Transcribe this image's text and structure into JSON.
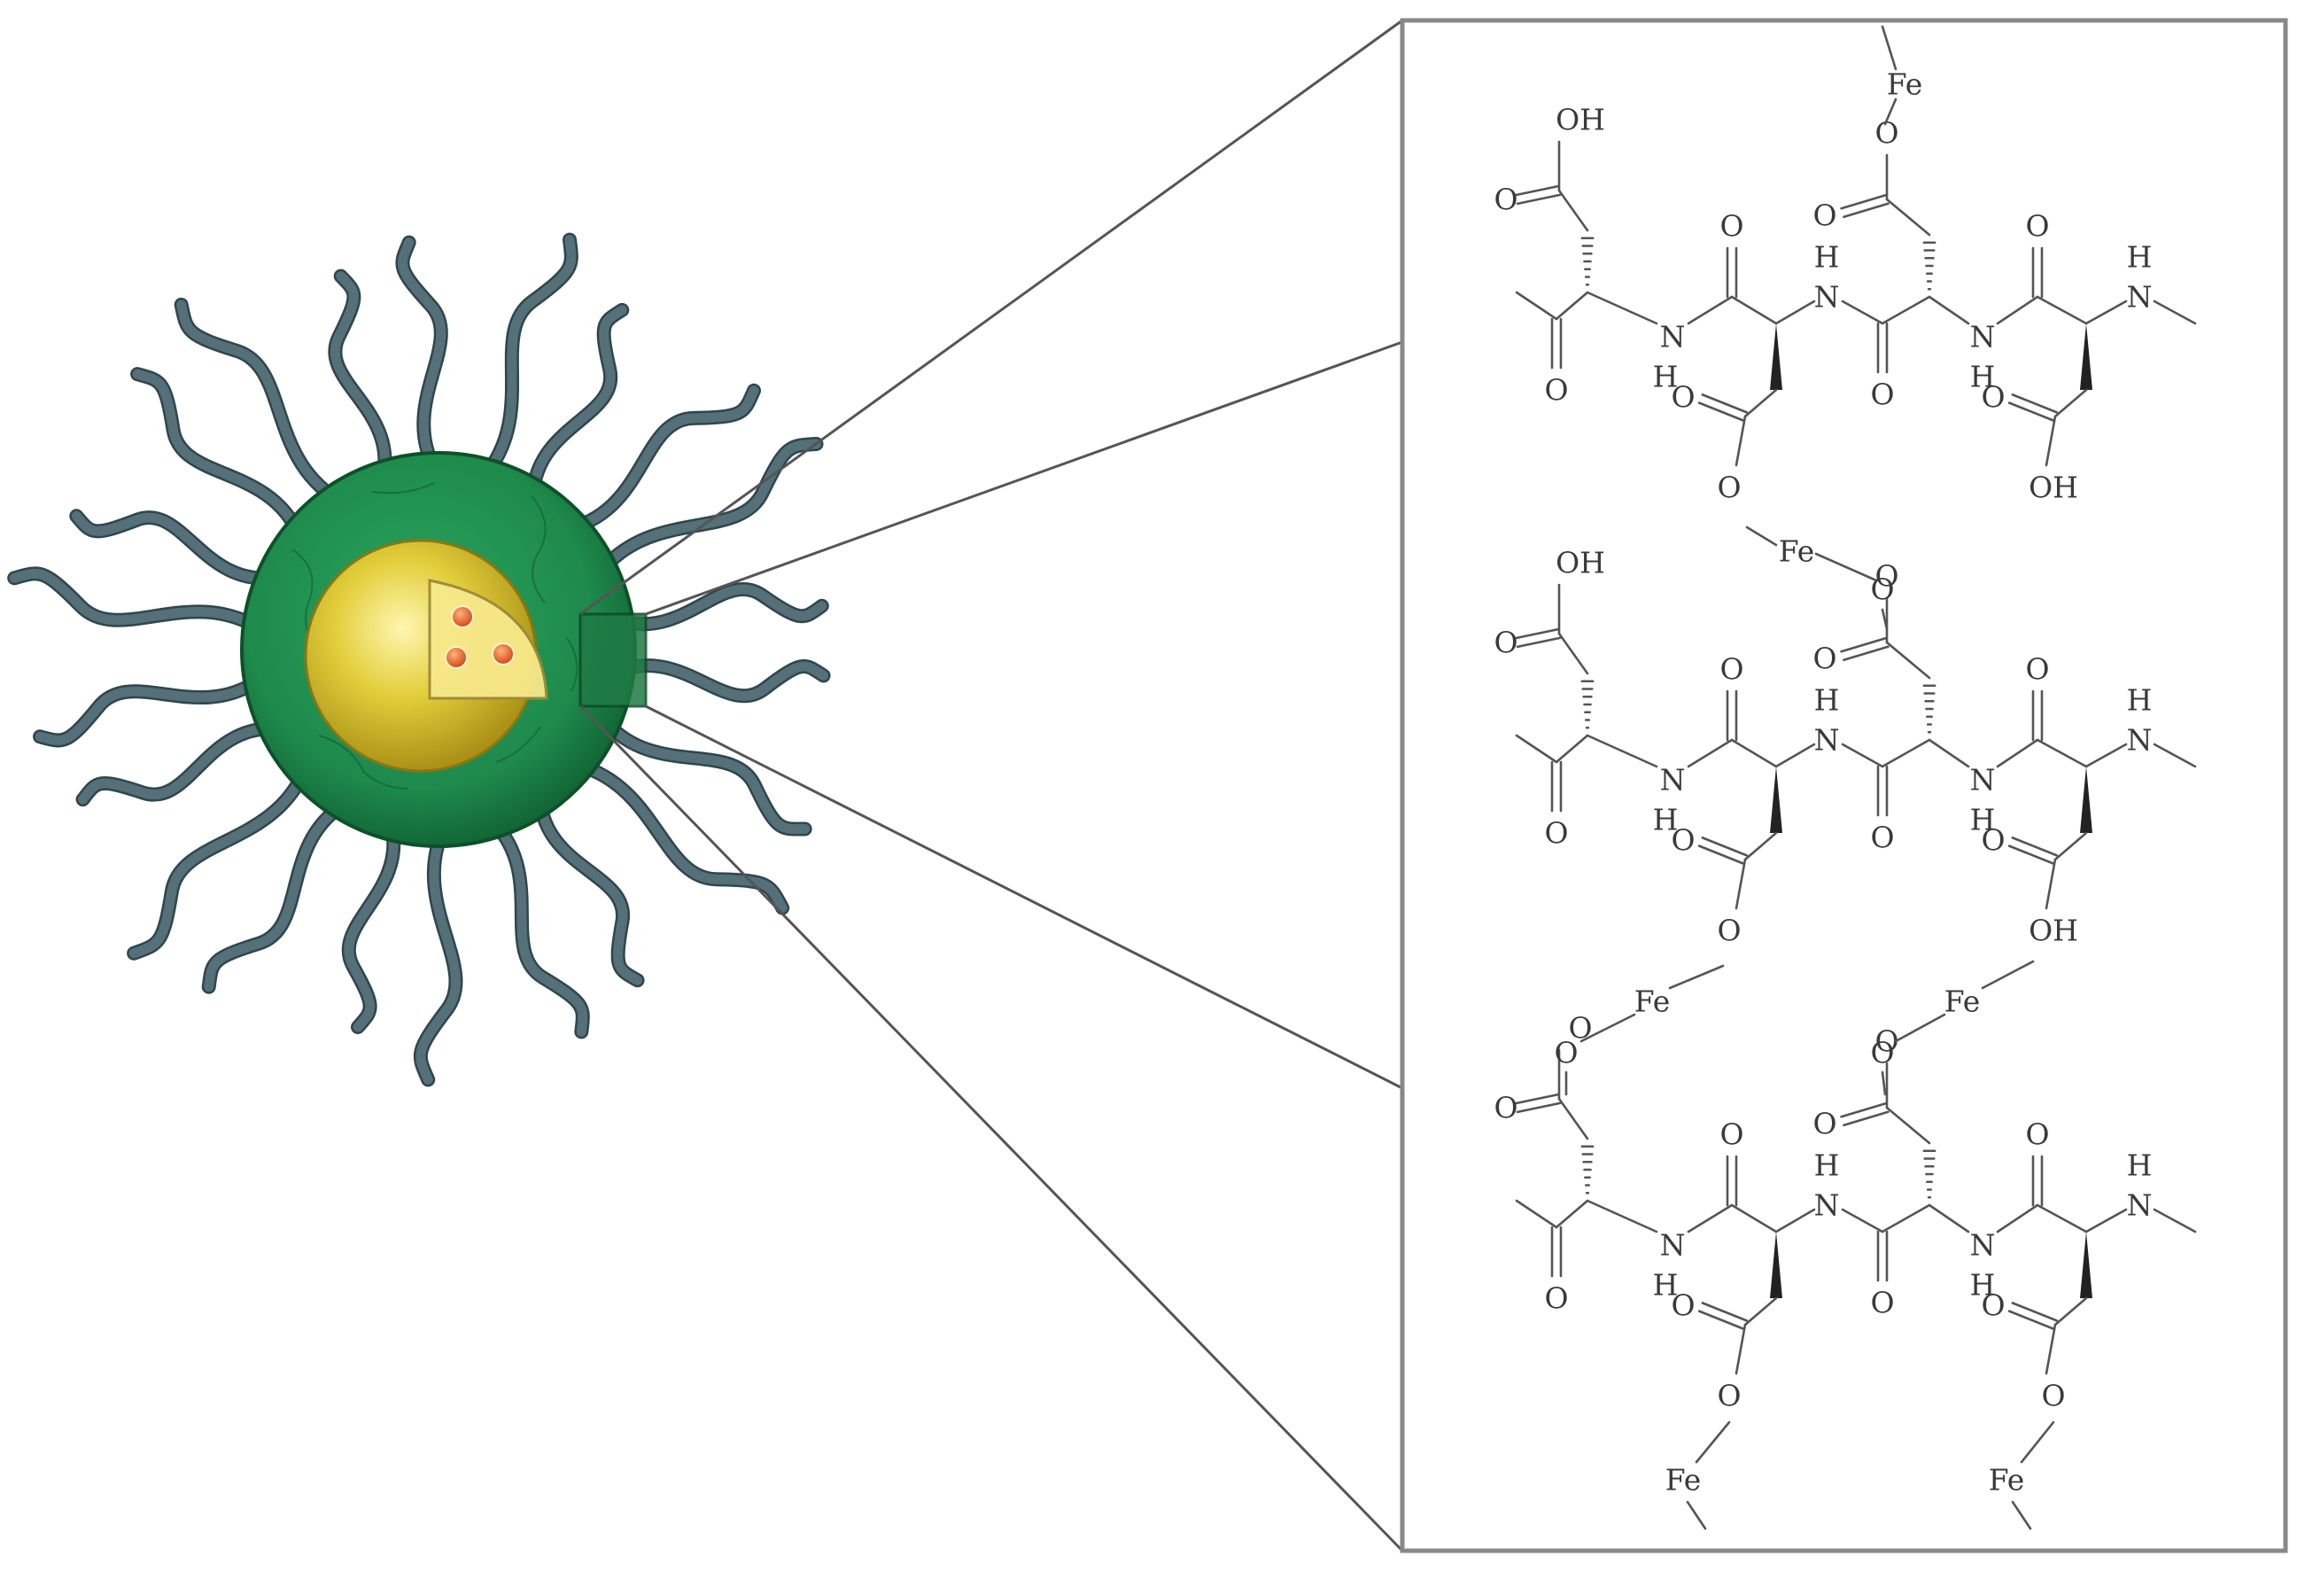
{
  "diagram": {
    "panel_labels": {
      "iron": "Fe",
      "oxygen": "O",
      "hydroxyl": "OH",
      "nitrogen": "N",
      "hydrogen": "H"
    },
    "colors": {
      "shell": "#1e8a4c",
      "core": "#e3cf3c",
      "drug_dot": "#e0662a",
      "peg_chain": "#557078",
      "zoom_lines": "#555555",
      "panel_border": "#888888"
    },
    "structure_rows": 3,
    "chains_per_particle": 22
  }
}
